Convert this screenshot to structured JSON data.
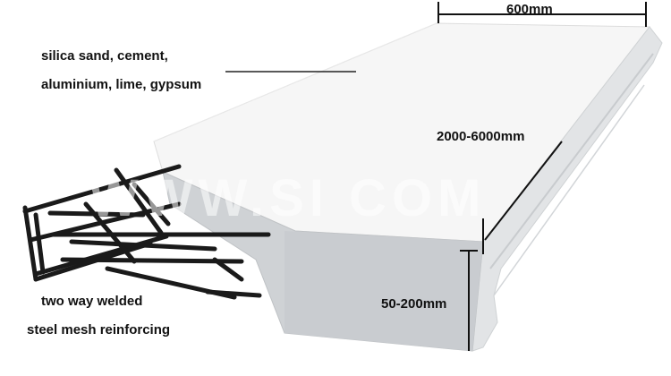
{
  "diagram": {
    "materials_line1": "silica sand, cement,",
    "materials_line2": "aluminium, lime, gypsum",
    "width_label": "600mm",
    "length_label": "2000-6000mm",
    "thickness_label": "50-200mm",
    "mesh_line1": "two way welded",
    "mesh_line2": "steel mesh reinforcing",
    "watermark": "WWW.SI        COM"
  },
  "colors": {
    "panel_top": "#f6f6f6",
    "panel_side": "#e2e4e6",
    "panel_front": "#cfd2d5",
    "steel": "#1a1a1a"
  }
}
